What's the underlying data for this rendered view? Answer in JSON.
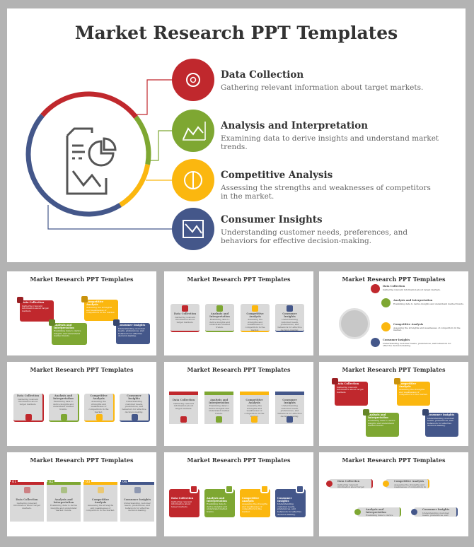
{
  "title": "Market Research PPT Templates",
  "colors": {
    "red": "#c0282d",
    "green": "#7ea732",
    "yellow": "#fbb70f",
    "blue": "#44578a",
    "background": "#b3b3b3"
  },
  "center_icon": "report-chart-icon",
  "items": [
    {
      "title": "Data Collection",
      "desc": "Gathering relevant information about target markets.",
      "color": "#c0282d",
      "icon": "gear-target-icon"
    },
    {
      "title": "Analysis and Interpretation",
      "desc": "Examining data to derive insights and understand market trends.",
      "color": "#7ea732",
      "icon": "line-chart-icon"
    },
    {
      "title": "Competitive Analysis",
      "desc": "Assessing the strengths and weaknesses of competitors in the market.",
      "color": "#fbb70f",
      "icon": "pie-chart-icon"
    },
    {
      "title": "Consumer Insights",
      "desc": "Understanding customer needs, preferences, and behaviors for effective decision-making.",
      "color": "#44578a",
      "icon": "bar-trend-icon"
    }
  ],
  "thumbnails": [
    {
      "title": "Market Research PPT Templates"
    },
    {
      "title": "Market Research PPT Templates"
    },
    {
      "title": "Market Research PPT Templates"
    },
    {
      "title": "Market Research PPT Templates"
    },
    {
      "title": "Market Research PPT Templates"
    },
    {
      "title": "Market Research PPT Templates"
    },
    {
      "title": "Market Research PPT Templates",
      "numbers": [
        "01",
        "02",
        "03",
        "04"
      ]
    },
    {
      "title": "Market Research PPT Templates"
    },
    {
      "title": "Market Research PPT Templates"
    }
  ]
}
